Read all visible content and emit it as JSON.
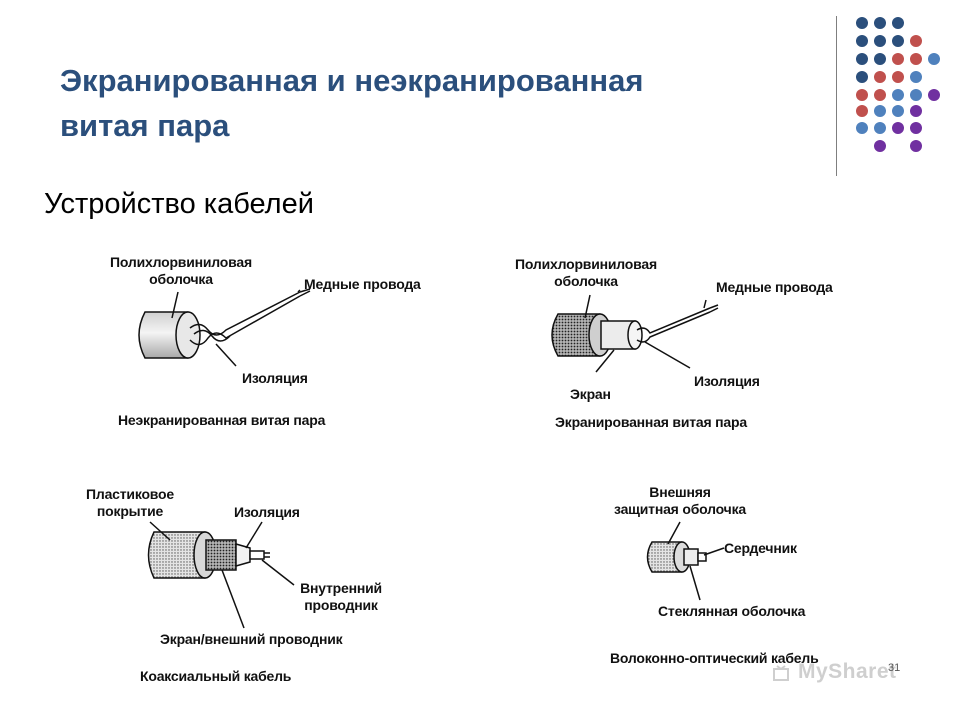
{
  "slide": {
    "title_line1": "Экранированная и неэкранированная",
    "title_line2": "витая пара",
    "subtitle": "Устройство кабелей",
    "page_number": "31",
    "watermark": "MySharet",
    "accent_colors": [
      "#2b4f7c",
      "#c0504d",
      "#4f81bd",
      "#7030a0"
    ]
  },
  "diagrams": {
    "utp": {
      "label_sheath": "Полихлорвиниловая оболочка",
      "label_sheath_l1": "Полихлорвиниловая",
      "label_sheath_l2": "оболочка",
      "label_wires": "Медные провода",
      "label_insulation": "Изоляция",
      "caption": "Неэкранированная витая пара"
    },
    "stp": {
      "label_sheath_l1": "Полихлорвиниловая",
      "label_sheath_l2": "оболочка",
      "label_wires": "Медные провода",
      "label_shield": "Экран",
      "label_insulation": "Изоляция",
      "caption": "Экранированная витая пара"
    },
    "coax": {
      "label_coating_l1": "Пластиковое",
      "label_coating_l2": "покрытие",
      "label_insulation": "Изоляция",
      "label_inner_l1": "Внутренний",
      "label_inner_l2": "проводник",
      "label_outer": "Экран/внешний проводник",
      "caption": "Коаксиальный кабель"
    },
    "fiber": {
      "label_outer_l1": "Внешняя",
      "label_outer_l2": "защитная оболочка",
      "label_core": "Сердечник",
      "label_glass": "Стеклянная оболочка",
      "caption": "Волоконно-оптический кабель"
    }
  }
}
